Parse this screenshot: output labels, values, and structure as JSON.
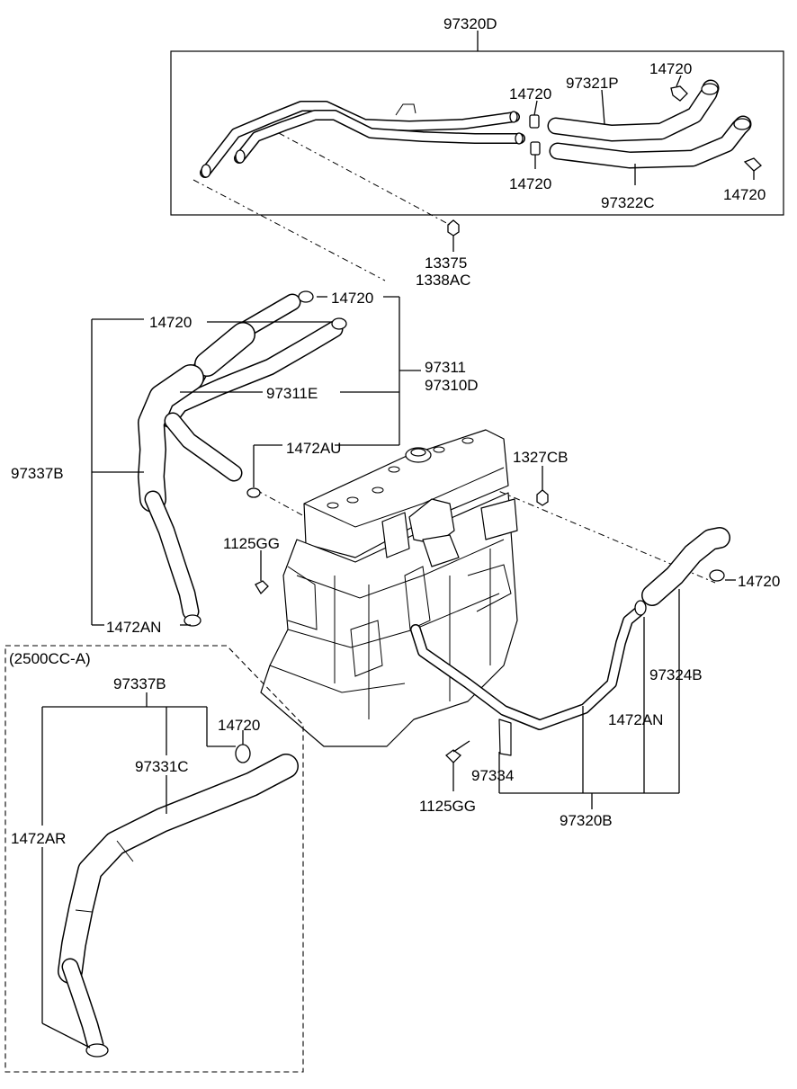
{
  "labels": {
    "p97320D": "97320D",
    "p14720_tr1": "14720",
    "p14720_tm1": "14720",
    "p97321P": "97321P",
    "p14720_tm2": "14720",
    "p97322C": "97322C",
    "p14720_tr2": "14720",
    "p13375": "13375",
    "p1338AC": "1338AC",
    "p14720_m1": "14720",
    "p14720_m2": "14720",
    "p97311": "97311",
    "p97310D": "97310D",
    "p97311E": "97311E",
    "p1472AU": "1472AU",
    "p97337B": "97337B",
    "p1327CB": "1327CB",
    "p1125GG_a": "1125GG",
    "p14720_r": "14720",
    "p97324B": "97324B",
    "p1472AN_a": "1472AN",
    "p1472AN_b": "1472AN",
    "p97334": "97334",
    "p1125GG_b": "1125GG",
    "p97320B": "97320B",
    "variant": "(2500CC-A)",
    "p97337B_v": "97337B",
    "p14720_v": "14720",
    "p97331C": "97331C",
    "p1472AR": "1472AR"
  }
}
